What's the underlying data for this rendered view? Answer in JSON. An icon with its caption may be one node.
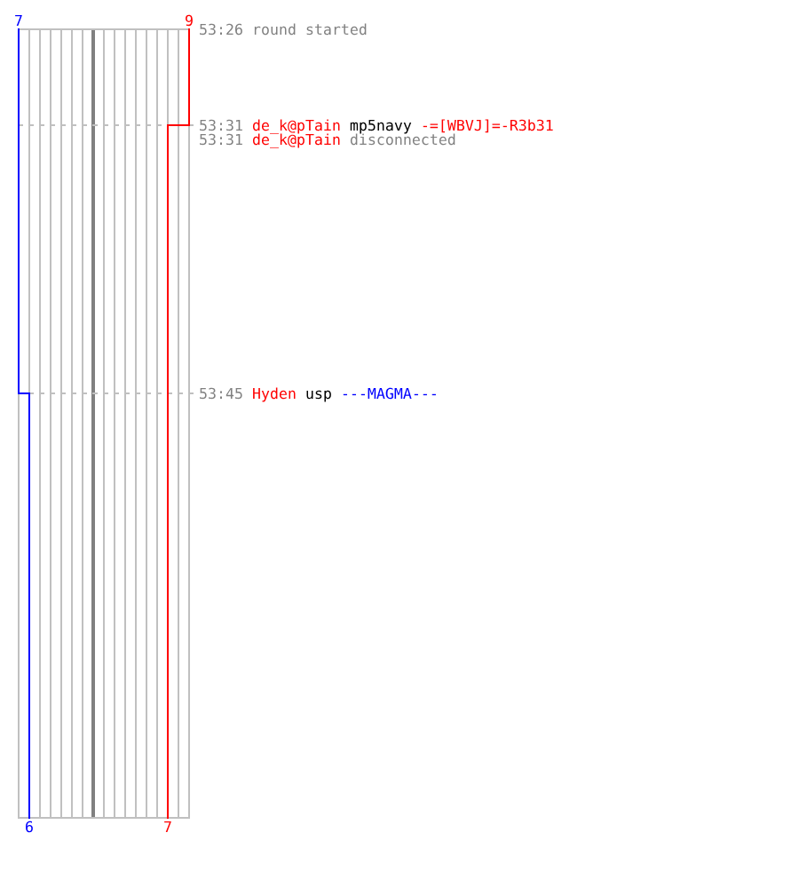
{
  "diagram": {
    "labels": [
      "7",
      "9",
      "53:26",
      "round started",
      "53:31",
      "de_k@pTain",
      "mp5navy",
      "-=[WBVJ]=-R3b31",
      "53:31",
      "de_k@pTain",
      "disconnected",
      "53:45",
      "Hyden",
      "usp",
      "---MAGMA---",
      "6",
      "7"
    ]
  }
}
